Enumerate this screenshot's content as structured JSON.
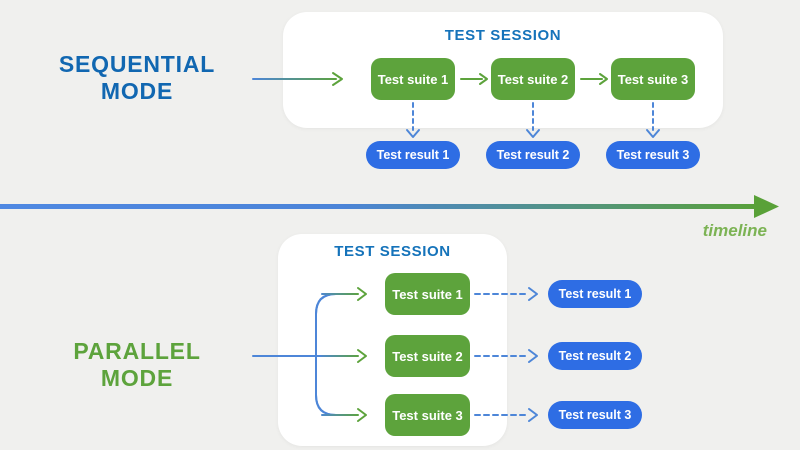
{
  "colors": {
    "background": "#f0f0ee",
    "panel": "#ffffff",
    "session_title_blue": "#1573ba",
    "sequential_label_blue": "#1167b1",
    "parallel_label_green": "#5da33c",
    "suite_box_green": "#5da33c",
    "result_box_blue": "#2e6de4",
    "connector_blue": "#4d86d8",
    "connector_green": "#5da33c",
    "timeline_gradient_start": "#4f88e2",
    "timeline_gradient_end": "#59a138",
    "timeline_label_green": "#7cb354"
  },
  "sequential": {
    "mode_label_line1": "SEQUENTIAL",
    "mode_label_line2": "MODE",
    "session_title": "TEST SESSION",
    "suites": [
      "Test suite 1",
      "Test suite 2",
      "Test suite 3"
    ],
    "results": [
      "Test result 1",
      "Test result 2",
      "Test result 3"
    ]
  },
  "timeline": {
    "label": "timeline"
  },
  "parallel": {
    "mode_label_line1": "PARALLEL",
    "mode_label_line2": "MODE",
    "session_title": "TEST SESSION",
    "suites": [
      "Test suite 1",
      "Test suite 2",
      "Test suite 3"
    ],
    "results": [
      "Test result 1",
      "Test result 2",
      "Test result 3"
    ]
  }
}
